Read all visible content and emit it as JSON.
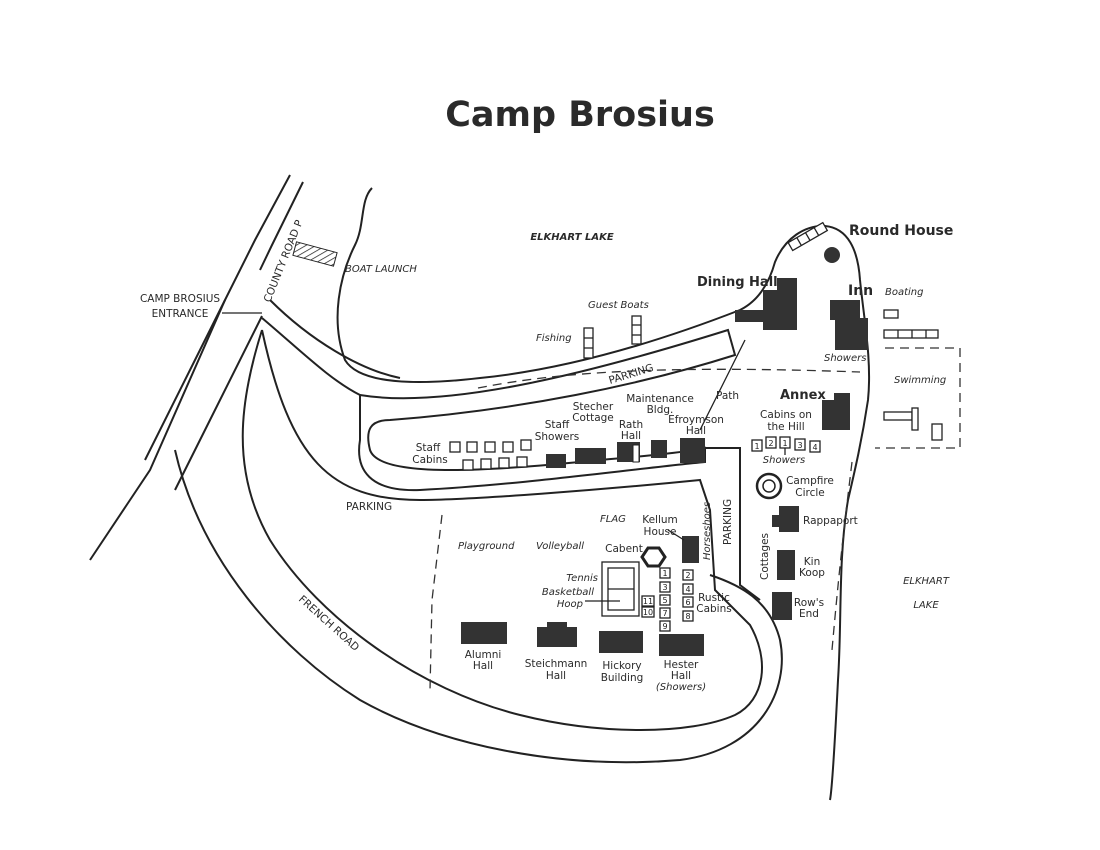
{
  "title": "Camp Brosius",
  "water": {
    "lake_north": "ELKHART LAKE",
    "lake_east_1": "ELKHART",
    "lake_east_2": "LAKE"
  },
  "roads": {
    "county_road": "COUNTY ROAD P",
    "french_road": "FRENCH ROAD",
    "entrance_1": "CAMP BROSIUS",
    "entrance_2": "ENTRANCE"
  },
  "areas": {
    "boat_launch": "BOAT LAUNCH",
    "fishing": "Fishing",
    "guest_boats": "Guest Boats",
    "parking_top": "PARKING",
    "parking_left": "PARKING",
    "parking_mid": "PARKING",
    "path": "Path",
    "boating": "Boating",
    "swimming": "Swimming",
    "playground": "Playground",
    "volleyball": "Volleyball",
    "flag": "FLAG",
    "horseshoes": "Horseshoes",
    "tennis": "Tennis",
    "basketball_1": "Basketball",
    "basketball_2": "Hoop",
    "cottages": "Cottages"
  },
  "buildings": {
    "round_house": "Round House",
    "dining_hall": "Dining Hall",
    "inn": "Inn",
    "inn_showers": "Showers",
    "annex": "Annex",
    "cabins_hill_1": "Cabins on",
    "cabins_hill_2": "the Hill",
    "hill_showers": "Showers",
    "campfire_1": "Campfire",
    "campfire_2": "Circle",
    "staff_cabins_1": "Staff",
    "staff_cabins_2": "Cabins",
    "staff_showers_1": "Staff",
    "staff_showers_2": "Showers",
    "stecher_1": "Stecher",
    "stecher_2": "Cottage",
    "rath_1": "Rath",
    "rath_2": "Hall",
    "maint_1": "Maintenance",
    "maint_2": "Bldg.",
    "efroymson_1": "Efroymson",
    "efroymson_2": "Hall",
    "kellum_1": "Kellum",
    "kellum_2": "House",
    "cabent": "Cabent",
    "rustic_1": "Rustic",
    "rustic_2": "Cabins",
    "rappaport": "Rappaport",
    "kin_koop_1": "Kin",
    "kin_koop_2": "Koop",
    "rows_end_1": "Row's",
    "rows_end_2": "End",
    "alumni_1": "Alumni",
    "alumni_2": "Hall",
    "steichmann_1": "Steichmann",
    "steichmann_2": "Hall",
    "hickory_1": "Hickory",
    "hickory_2": "Building",
    "hester_1": "Hester",
    "hester_2": "Hall",
    "hester_3": "(Showers)"
  },
  "hill_cabin_numbers": [
    "1",
    "2",
    "1",
    "3",
    "4"
  ],
  "rustic_cabin_numbers": [
    "1",
    "2",
    "3",
    "4",
    "5",
    "6",
    "7",
    "8",
    "9",
    "10",
    "11"
  ]
}
